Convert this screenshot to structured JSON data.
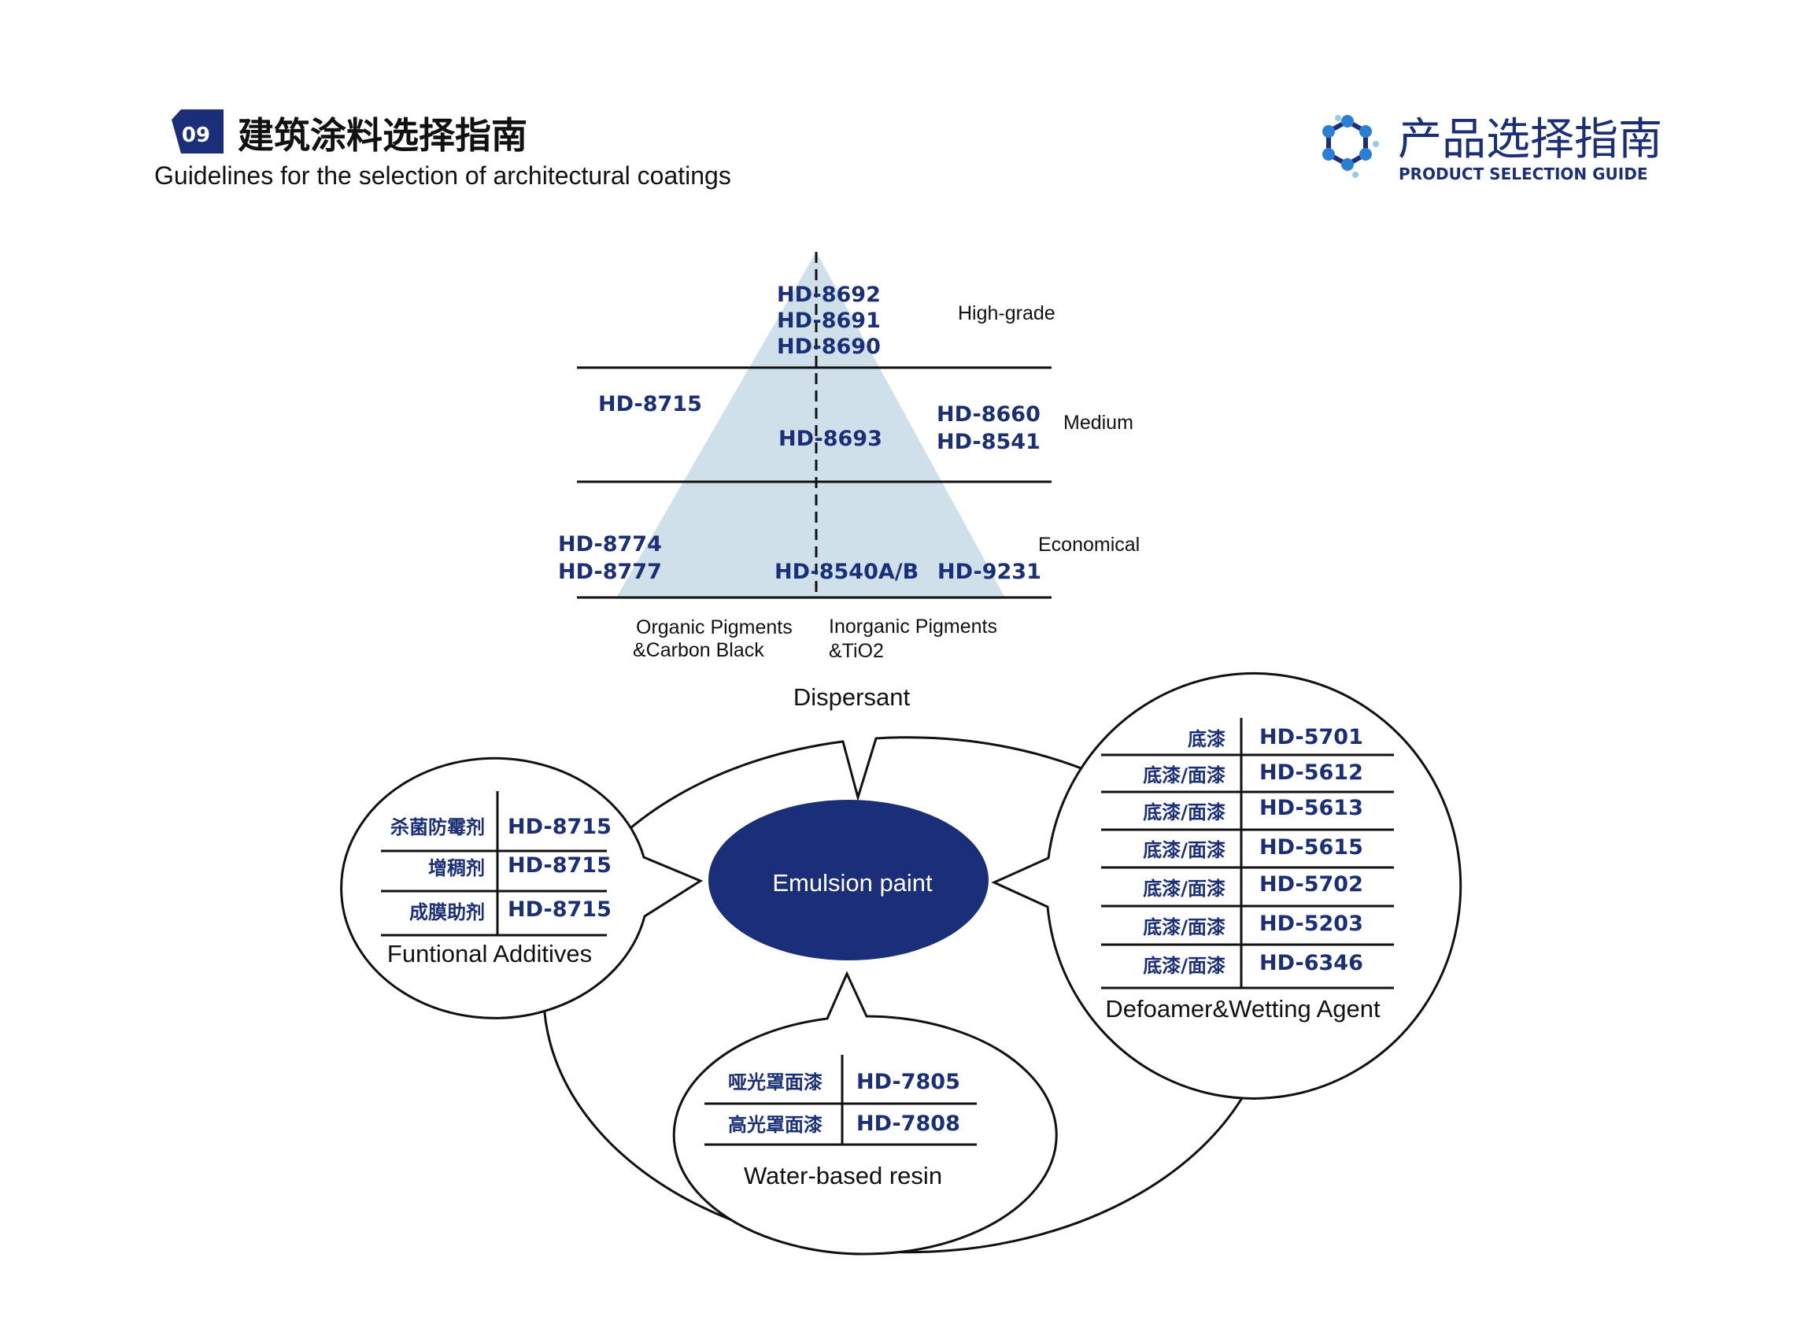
{
  "header": {
    "badge_number": "09",
    "title_cn": "建筑涂料选择指南",
    "title_en": "Guidelines for the selection of architectural coatings",
    "brand_cn": "产品选择指南",
    "brand_en": "PRODUCT SELECTION GUIDE",
    "brand_icon": "molecule-icon"
  },
  "center": {
    "label": "Emulsion paint"
  },
  "dispersant": {
    "caption": "Dispersant",
    "levels": {
      "high": "High-grade",
      "medium": "Medium",
      "economical": "Economical"
    },
    "high_codes": [
      "HD-8692",
      "HD-8691",
      "HD-8690"
    ],
    "medium_left": "HD-8715",
    "medium_center": "HD-8693",
    "medium_right": [
      "HD-8660",
      "HD-8541"
    ],
    "econ_left": [
      "HD-8774",
      "HD-8777"
    ],
    "econ_center": "HD-8540A/B",
    "econ_right": "HD-9231",
    "axis_left": [
      "Organic Pigments",
      "&Carbon Black"
    ],
    "axis_right": [
      "Inorganic Pigments",
      "&TiO2"
    ]
  },
  "additives": {
    "caption": "Funtional Additives",
    "rows": [
      {
        "name": "杀菌防霉剂",
        "code": "HD-8715"
      },
      {
        "name": "增稠剂",
        "code": "HD-8715"
      },
      {
        "name": "成膜助剂",
        "code": "HD-8715"
      }
    ]
  },
  "defoamer": {
    "caption": "Defoamer&Wetting Agent",
    "rows": [
      {
        "name": "底漆",
        "code": "HD-5701"
      },
      {
        "name": "底漆/面漆",
        "code": "HD-5612"
      },
      {
        "name": "底漆/面漆",
        "code": "HD-5613"
      },
      {
        "name": "底漆/面漆",
        "code": "HD-5615"
      },
      {
        "name": "底漆/面漆",
        "code": "HD-5702"
      },
      {
        "name": "底漆/面漆",
        "code": "HD-5203"
      },
      {
        "name": "底漆/面漆",
        "code": "HD-6346"
      }
    ]
  },
  "resin": {
    "caption": "Water-based resin",
    "rows": [
      {
        "name": "哑光罩面漆",
        "code": "HD-7805"
      },
      {
        "name": "高光罩面漆",
        "code": "HD-7808"
      }
    ]
  },
  "colors": {
    "navy": "#1a2f77",
    "pyramid": "#cfe0ea",
    "brand_blue": "#2a7fd4"
  }
}
